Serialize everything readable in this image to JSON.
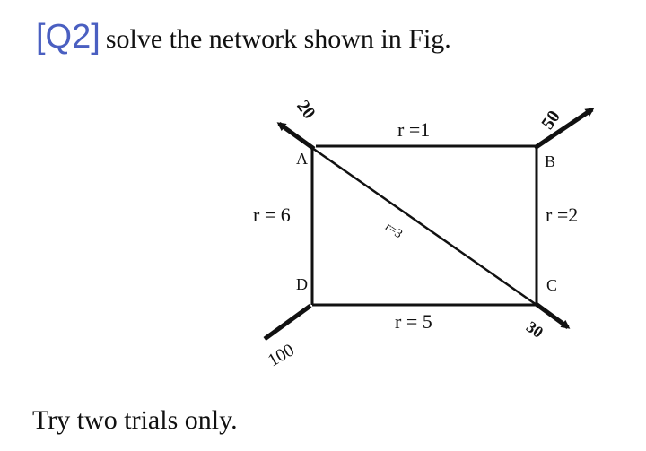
{
  "question": {
    "tag": "[Q2]",
    "text": "solve the network shown in Fig."
  },
  "diagram": {
    "nodes": {
      "A": "A",
      "B": "B",
      "C": "C",
      "D": "D"
    },
    "branches": {
      "AB": "r =1",
      "BC": "r =2",
      "CD": "r = 5",
      "DA": "r = 6",
      "AC": "r=3"
    },
    "flows": {
      "A": "20",
      "B": "50",
      "C": "30",
      "D": "100"
    }
  },
  "footer": "Try two trials only."
}
